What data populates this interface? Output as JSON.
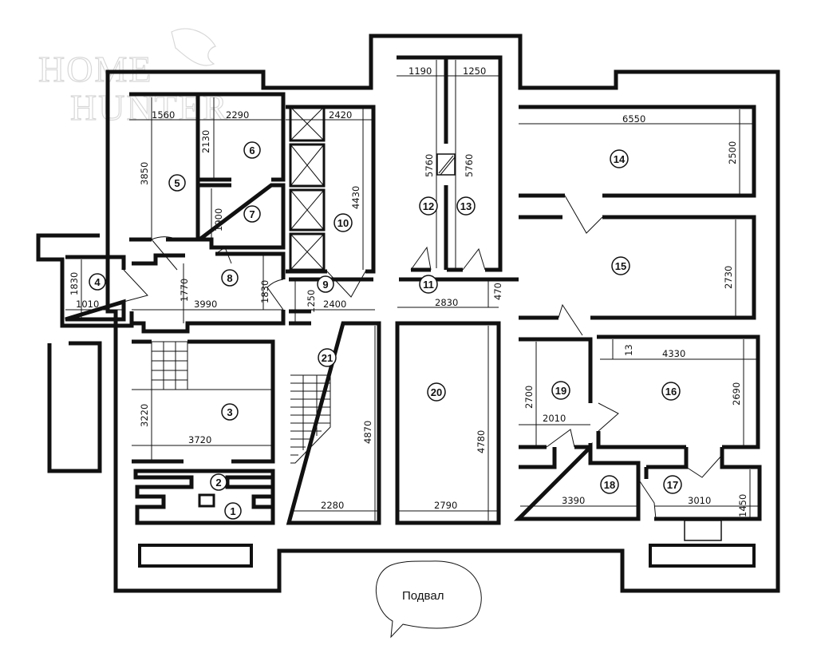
{
  "watermark": {
    "line1": "HOME",
    "line2": "HUNTER"
  },
  "floor_label": "Подвал",
  "rooms": [
    "1",
    "2",
    "3",
    "4",
    "5",
    "6",
    "7",
    "8",
    "9",
    "10",
    "11",
    "12",
    "13",
    "14",
    "15",
    "16",
    "17",
    "18",
    "19",
    "20",
    "21"
  ],
  "dimensions": [
    "1560",
    "2290",
    "2420",
    "1190",
    "1250",
    "6550",
    "3850",
    "2130",
    "4430",
    "5760",
    "5760",
    "2500",
    "1900",
    "1830",
    "1010",
    "1770",
    "3990",
    "1830",
    "1250",
    "2400",
    "2830",
    "470",
    "2730",
    "13",
    "4330",
    "3220",
    "3720",
    "2700",
    "2010",
    "4870",
    "4780",
    "2690",
    "2280",
    "2790",
    "3390",
    "3010",
    "1450"
  ]
}
